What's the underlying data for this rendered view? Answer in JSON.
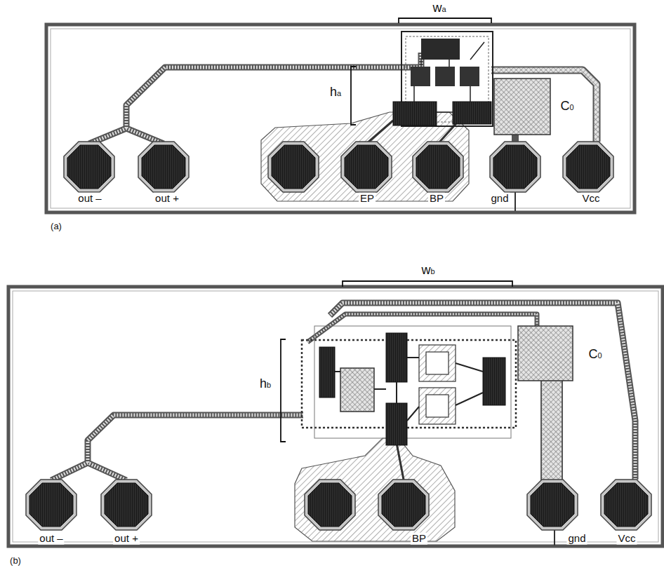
{
  "diagram": {
    "labels": [
      "wa",
      "ha",
      "C0",
      "out –",
      "out +",
      "EP",
      "BP",
      "gnd",
      "Vcc",
      "(a)",
      "wb",
      "hb",
      "C0",
      "out –",
      "out +",
      "BP",
      "gnd",
      "Vcc",
      "(b)"
    ]
  }
}
